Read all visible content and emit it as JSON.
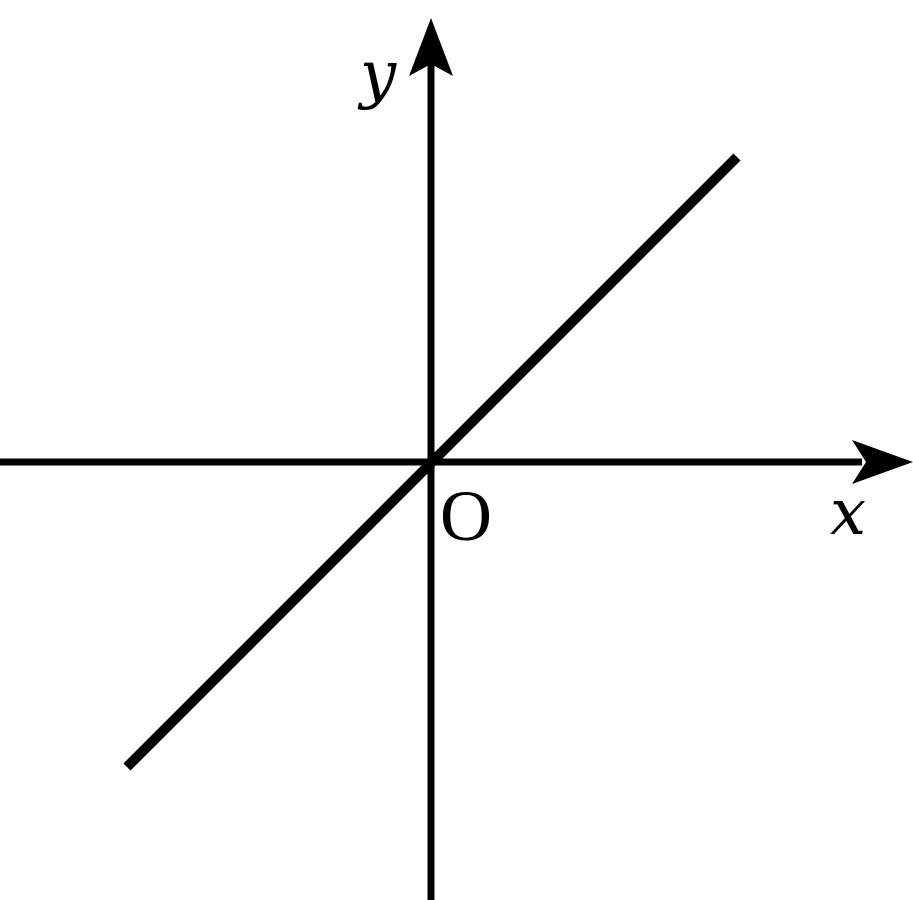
{
  "diagram": {
    "x_label": "x",
    "y_label": "y",
    "origin_label": "O",
    "stroke_color": "#000000",
    "background_color": "#ffffff"
  }
}
